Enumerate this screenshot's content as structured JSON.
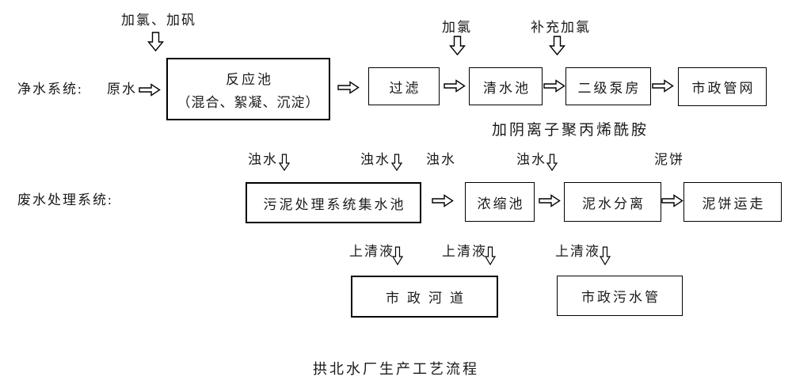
{
  "page": {
    "caption": "拱北水厂生产工艺流程",
    "ink_color": "#1a1a1a",
    "border_color": "#000000",
    "background_color": "#ffffff"
  },
  "clean_water": {
    "system_label": "净水系统:",
    "input_label": "原水",
    "dosing": [
      {
        "label": "加氯、加矾"
      },
      {
        "label": "加氯"
      },
      {
        "label": "补充加氯"
      }
    ],
    "boxes": [
      {
        "title": "反应池",
        "subtitle": "（混合、絮凝、沉淀）"
      },
      {
        "title": "过滤"
      },
      {
        "title": "清水池"
      },
      {
        "title": "二级泵房"
      },
      {
        "title": "市政管网"
      }
    ]
  },
  "waste_water": {
    "system_label": "废水处理系统:",
    "dosing_label": "加阴离子聚丙烯酰胺",
    "stream_labels": [
      {
        "label": "浊水"
      },
      {
        "label": "浊水"
      },
      {
        "label": "浊水"
      },
      {
        "label": "浊水"
      },
      {
        "label": "泥饼"
      }
    ],
    "boxes": [
      {
        "title": "污泥处理系统集水池"
      },
      {
        "title": "浓缩池"
      },
      {
        "title": "泥水分离"
      },
      {
        "title": "泥饼运走"
      }
    ]
  },
  "discharge": {
    "stream_labels": [
      {
        "label": "上清液"
      },
      {
        "label": "上清液"
      },
      {
        "label": "上清液"
      }
    ],
    "boxes": [
      {
        "title": "市政河道"
      },
      {
        "title": "市政污水管"
      }
    ]
  }
}
